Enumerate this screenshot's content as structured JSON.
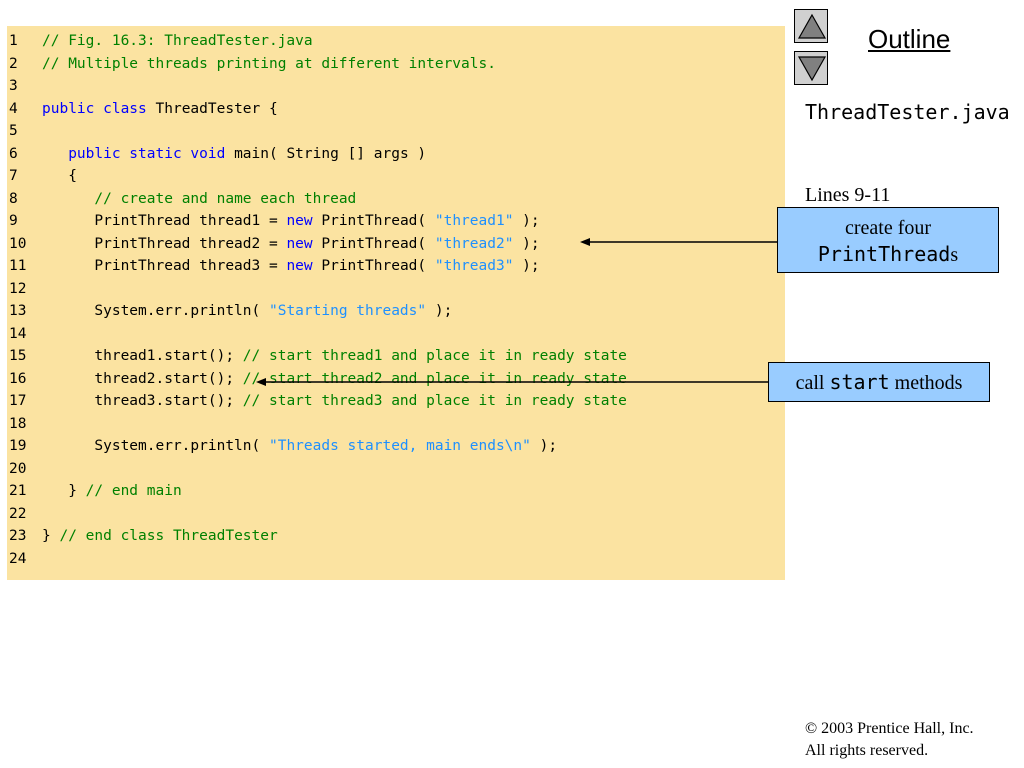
{
  "code": {
    "lines": [
      {
        "n": "1",
        "segs": [
          {
            "c": "cm",
            "t": "// Fig. 16.3: ThreadTester.java"
          }
        ]
      },
      {
        "n": "2",
        "segs": [
          {
            "c": "cm",
            "t": "// Multiple threads printing at different intervals."
          }
        ]
      },
      {
        "n": "3",
        "segs": []
      },
      {
        "n": "4",
        "segs": [
          {
            "c": "kw",
            "t": "public class "
          },
          {
            "c": "",
            "t": "ThreadTester {"
          }
        ]
      },
      {
        "n": "5",
        "segs": []
      },
      {
        "n": "6",
        "segs": [
          {
            "c": "",
            "t": "   "
          },
          {
            "c": "kw",
            "t": "public static void "
          },
          {
            "c": "",
            "t": "main( String [] args )"
          }
        ]
      },
      {
        "n": "7",
        "segs": [
          {
            "c": "",
            "t": "   {"
          }
        ]
      },
      {
        "n": "8",
        "segs": [
          {
            "c": "",
            "t": "      "
          },
          {
            "c": "cm",
            "t": "// create and name each thread"
          }
        ]
      },
      {
        "n": "9",
        "segs": [
          {
            "c": "",
            "t": "      PrintThread thread1 = "
          },
          {
            "c": "kw",
            "t": "new"
          },
          {
            "c": "",
            "t": " PrintThread( "
          },
          {
            "c": "st",
            "t": "\"thread1\""
          },
          {
            "c": "",
            "t": " );"
          }
        ]
      },
      {
        "n": "10",
        "segs": [
          {
            "c": "",
            "t": "      PrintThread thread2 = "
          },
          {
            "c": "kw",
            "t": "new"
          },
          {
            "c": "",
            "t": " PrintThread( "
          },
          {
            "c": "st",
            "t": "\"thread2\""
          },
          {
            "c": "",
            "t": " );"
          }
        ]
      },
      {
        "n": "11",
        "segs": [
          {
            "c": "",
            "t": "      PrintThread thread3 = "
          },
          {
            "c": "kw",
            "t": "new"
          },
          {
            "c": "",
            "t": " PrintThread( "
          },
          {
            "c": "st",
            "t": "\"thread3\""
          },
          {
            "c": "",
            "t": " );"
          }
        ]
      },
      {
        "n": "12",
        "segs": []
      },
      {
        "n": "13",
        "segs": [
          {
            "c": "",
            "t": "      System.err.println( "
          },
          {
            "c": "st",
            "t": "\"Starting threads\""
          },
          {
            "c": "",
            "t": " );"
          }
        ]
      },
      {
        "n": "14",
        "segs": []
      },
      {
        "n": "15",
        "segs": [
          {
            "c": "",
            "t": "      thread1.start(); "
          },
          {
            "c": "cm",
            "t": "// start thread1 and place it in ready state"
          }
        ]
      },
      {
        "n": "16",
        "segs": [
          {
            "c": "",
            "t": "      thread2.start(); "
          },
          {
            "c": "cm",
            "t": "// start thread2 and place it in ready state"
          }
        ]
      },
      {
        "n": "17",
        "segs": [
          {
            "c": "",
            "t": "      thread3.start(); "
          },
          {
            "c": "cm",
            "t": "// start thread3 and place it in ready state"
          }
        ]
      },
      {
        "n": "18",
        "segs": []
      },
      {
        "n": "19",
        "segs": [
          {
            "c": "",
            "t": "      System.err.println( "
          },
          {
            "c": "st",
            "t": "\"Threads started, main ends\\n\""
          },
          {
            "c": "",
            "t": " );"
          }
        ]
      },
      {
        "n": "20",
        "segs": []
      },
      {
        "n": "21",
        "segs": [
          {
            "c": "",
            "t": "   } "
          },
          {
            "c": "cm",
            "t": "// end main"
          }
        ]
      },
      {
        "n": "22",
        "segs": []
      },
      {
        "n": "23",
        "segs": [
          {
            "c": "",
            "t": "} "
          },
          {
            "c": "cm",
            "t": "// end class ThreadTester"
          }
        ]
      },
      {
        "n": "24",
        "segs": []
      }
    ]
  },
  "sidebar": {
    "outline_label": "Outline",
    "up_icon": "triangle-up-icon",
    "down_icon": "triangle-down-icon",
    "file_title": "ThreadTester.java",
    "lines_label": "Lines 9-11"
  },
  "callouts": {
    "create": {
      "prefix": "create four",
      "code": "PrintThread",
      "suffix": "s"
    },
    "start": {
      "prefix": "call ",
      "code": "start",
      "suffix": " methods"
    }
  },
  "footer": {
    "copyright_line1": "© 2003 Prentice Hall, Inc.",
    "copyright_line2": "All rights reserved."
  },
  "colors": {
    "code_background": "#fbe3a1",
    "callout_background": "#99ccff",
    "comment": "#008000",
    "keyword": "#0000ff",
    "string": "#1e90ff"
  }
}
